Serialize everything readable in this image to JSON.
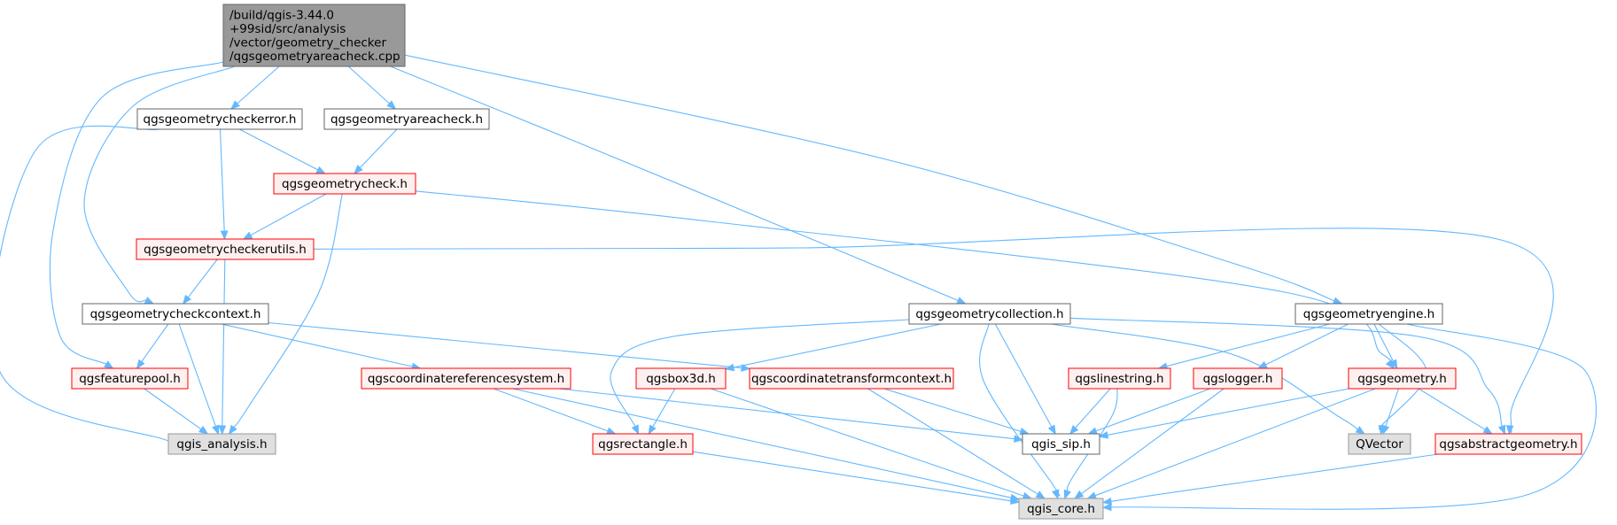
{
  "diagram": {
    "type": "include-dependency-graph",
    "colors": {
      "edge": "#63b8ff",
      "root_fill": "#999999",
      "root_border": "#666666",
      "plain_fill": "#ffffff",
      "plain_border": "#666666",
      "incomplete_fill": "#fff0f0",
      "incomplete_border": "#ff0000",
      "external_fill": "#e0e0e0",
      "external_border": "#999999"
    },
    "nodes": {
      "root": {
        "kind": "root",
        "lines": [
          "/build/qgis-3.44.0",
          "+99sid/src/analysis",
          "/vector/geometry_checker",
          "/qgsgeometryareacheck.cpp"
        ]
      },
      "checkerror": {
        "kind": "plain",
        "lines": [
          "qgsgeometrycheckerror.h"
        ]
      },
      "areacheck": {
        "kind": "plain",
        "lines": [
          "qgsgeometryareacheck.h"
        ]
      },
      "geomcheck": {
        "kind": "incomplete",
        "lines": [
          "qgsgeometrycheck.h"
        ]
      },
      "checkerutils": {
        "kind": "incomplete",
        "lines": [
          "qgsgeometrycheckerutils.h"
        ]
      },
      "checkcontext": {
        "kind": "plain",
        "lines": [
          "qgsgeometrycheckcontext.h"
        ]
      },
      "featurepool": {
        "kind": "incomplete",
        "lines": [
          "qgsfeaturepool.h"
        ]
      },
      "analysis": {
        "kind": "external",
        "lines": [
          "qgis_analysis.h"
        ]
      },
      "crs": {
        "kind": "incomplete",
        "lines": [
          "qgscoordinatereferencesystem.h"
        ]
      },
      "collection": {
        "kind": "plain",
        "lines": [
          "qgsgeometrycollection.h"
        ]
      },
      "box3d": {
        "kind": "incomplete",
        "lines": [
          "qgsbox3d.h"
        ]
      },
      "transformctx": {
        "kind": "incomplete",
        "lines": [
          "qgscoordinatetransformcontext.h"
        ]
      },
      "rectangle": {
        "kind": "incomplete",
        "lines": [
          "qgsrectangle.h"
        ]
      },
      "engine": {
        "kind": "plain",
        "lines": [
          "qgsgeometryengine.h"
        ]
      },
      "linestring": {
        "kind": "incomplete",
        "lines": [
          "qgslinestring.h"
        ]
      },
      "logger": {
        "kind": "incomplete",
        "lines": [
          "qgslogger.h"
        ]
      },
      "geometry": {
        "kind": "incomplete",
        "lines": [
          "qgsgeometry.h"
        ]
      },
      "sip": {
        "kind": "plain",
        "lines": [
          "qgis_sip.h"
        ]
      },
      "qvector": {
        "kind": "external",
        "lines": [
          "QVector"
        ]
      },
      "abstractgeom": {
        "kind": "incomplete",
        "lines": [
          "qgsabstractgeometry.h"
        ]
      },
      "core": {
        "kind": "external",
        "lines": [
          "qgis_core.h"
        ]
      }
    },
    "edges": [
      [
        "root",
        "checkerror"
      ],
      [
        "root",
        "areacheck"
      ],
      [
        "root",
        "featurepool"
      ],
      [
        "root",
        "checkcontext"
      ],
      [
        "root",
        "collection"
      ],
      [
        "root",
        "engine"
      ],
      [
        "checkerror",
        "geomcheck"
      ],
      [
        "checkerror",
        "checkerutils"
      ],
      [
        "checkerror",
        "analysis"
      ],
      [
        "areacheck",
        "geomcheck"
      ],
      [
        "geomcheck",
        "checkerutils"
      ],
      [
        "geomcheck",
        "analysis"
      ],
      [
        "geomcheck",
        "geometry"
      ],
      [
        "checkerutils",
        "checkcontext"
      ],
      [
        "checkerutils",
        "analysis"
      ],
      [
        "checkerutils",
        "abstractgeom"
      ],
      [
        "checkcontext",
        "featurepool"
      ],
      [
        "checkcontext",
        "analysis"
      ],
      [
        "checkcontext",
        "crs"
      ],
      [
        "checkcontext",
        "transformctx"
      ],
      [
        "featurepool",
        "analysis"
      ],
      [
        "crs",
        "rectangle"
      ],
      [
        "crs",
        "sip"
      ],
      [
        "crs",
        "core"
      ],
      [
        "collection",
        "box3d"
      ],
      [
        "collection",
        "rectangle"
      ],
      [
        "collection",
        "sip"
      ],
      [
        "collection",
        "core"
      ],
      [
        "collection",
        "qvector"
      ],
      [
        "collection",
        "abstractgeom"
      ],
      [
        "box3d",
        "rectangle"
      ],
      [
        "box3d",
        "core"
      ],
      [
        "transformctx",
        "sip"
      ],
      [
        "transformctx",
        "core"
      ],
      [
        "rectangle",
        "core"
      ],
      [
        "engine",
        "linestring"
      ],
      [
        "engine",
        "logger"
      ],
      [
        "engine",
        "geometry"
      ],
      [
        "engine",
        "qvector"
      ],
      [
        "engine",
        "core"
      ],
      [
        "linestring",
        "sip"
      ],
      [
        "linestring",
        "core"
      ],
      [
        "logger",
        "sip"
      ],
      [
        "logger",
        "core"
      ],
      [
        "geometry",
        "sip"
      ],
      [
        "geometry",
        "qvector"
      ],
      [
        "geometry",
        "abstractgeom"
      ],
      [
        "geometry",
        "core"
      ],
      [
        "abstractgeom",
        "core"
      ]
    ]
  }
}
